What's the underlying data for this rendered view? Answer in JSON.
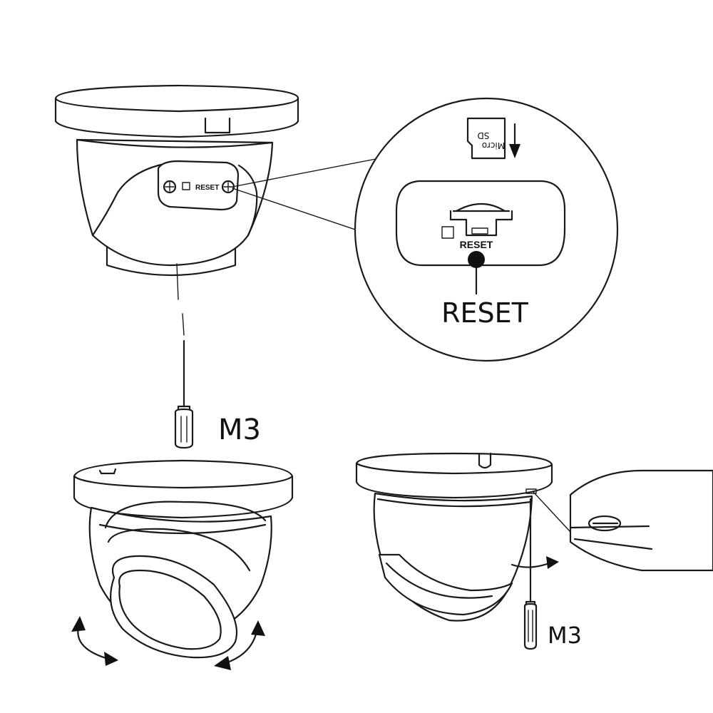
{
  "labels": {
    "reset_small": "RESET",
    "reset_inset": "RESET",
    "reset_callout": "RESET",
    "sd_line1": "Micro",
    "sd_line2": "SD",
    "m3_top": "M3",
    "m3_bottom": "M3"
  },
  "icons": {
    "screwdriver": "screwdriver-icon",
    "sd_card": "micro-sd-card-icon",
    "arrow_down": "arrow-down-icon",
    "rotate_arrows": "rotate-arrow-icon",
    "lock": "lock-icon"
  },
  "colors": {
    "line": "#1a1a1a",
    "fill": "#ffffff",
    "marker": "#111111"
  }
}
